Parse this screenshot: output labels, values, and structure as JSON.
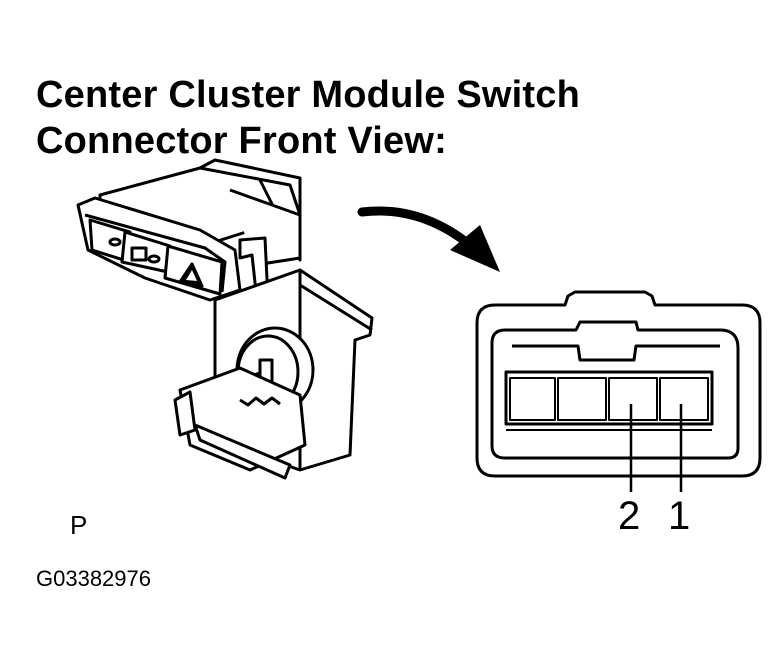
{
  "title": {
    "line1": "Center Cluster Module Switch",
    "line2": "Connector Front View:"
  },
  "connector": {
    "pins": [
      {
        "label": "2"
      },
      {
        "label": "1"
      }
    ]
  },
  "view_code": "P",
  "figure_id": "G03382976"
}
